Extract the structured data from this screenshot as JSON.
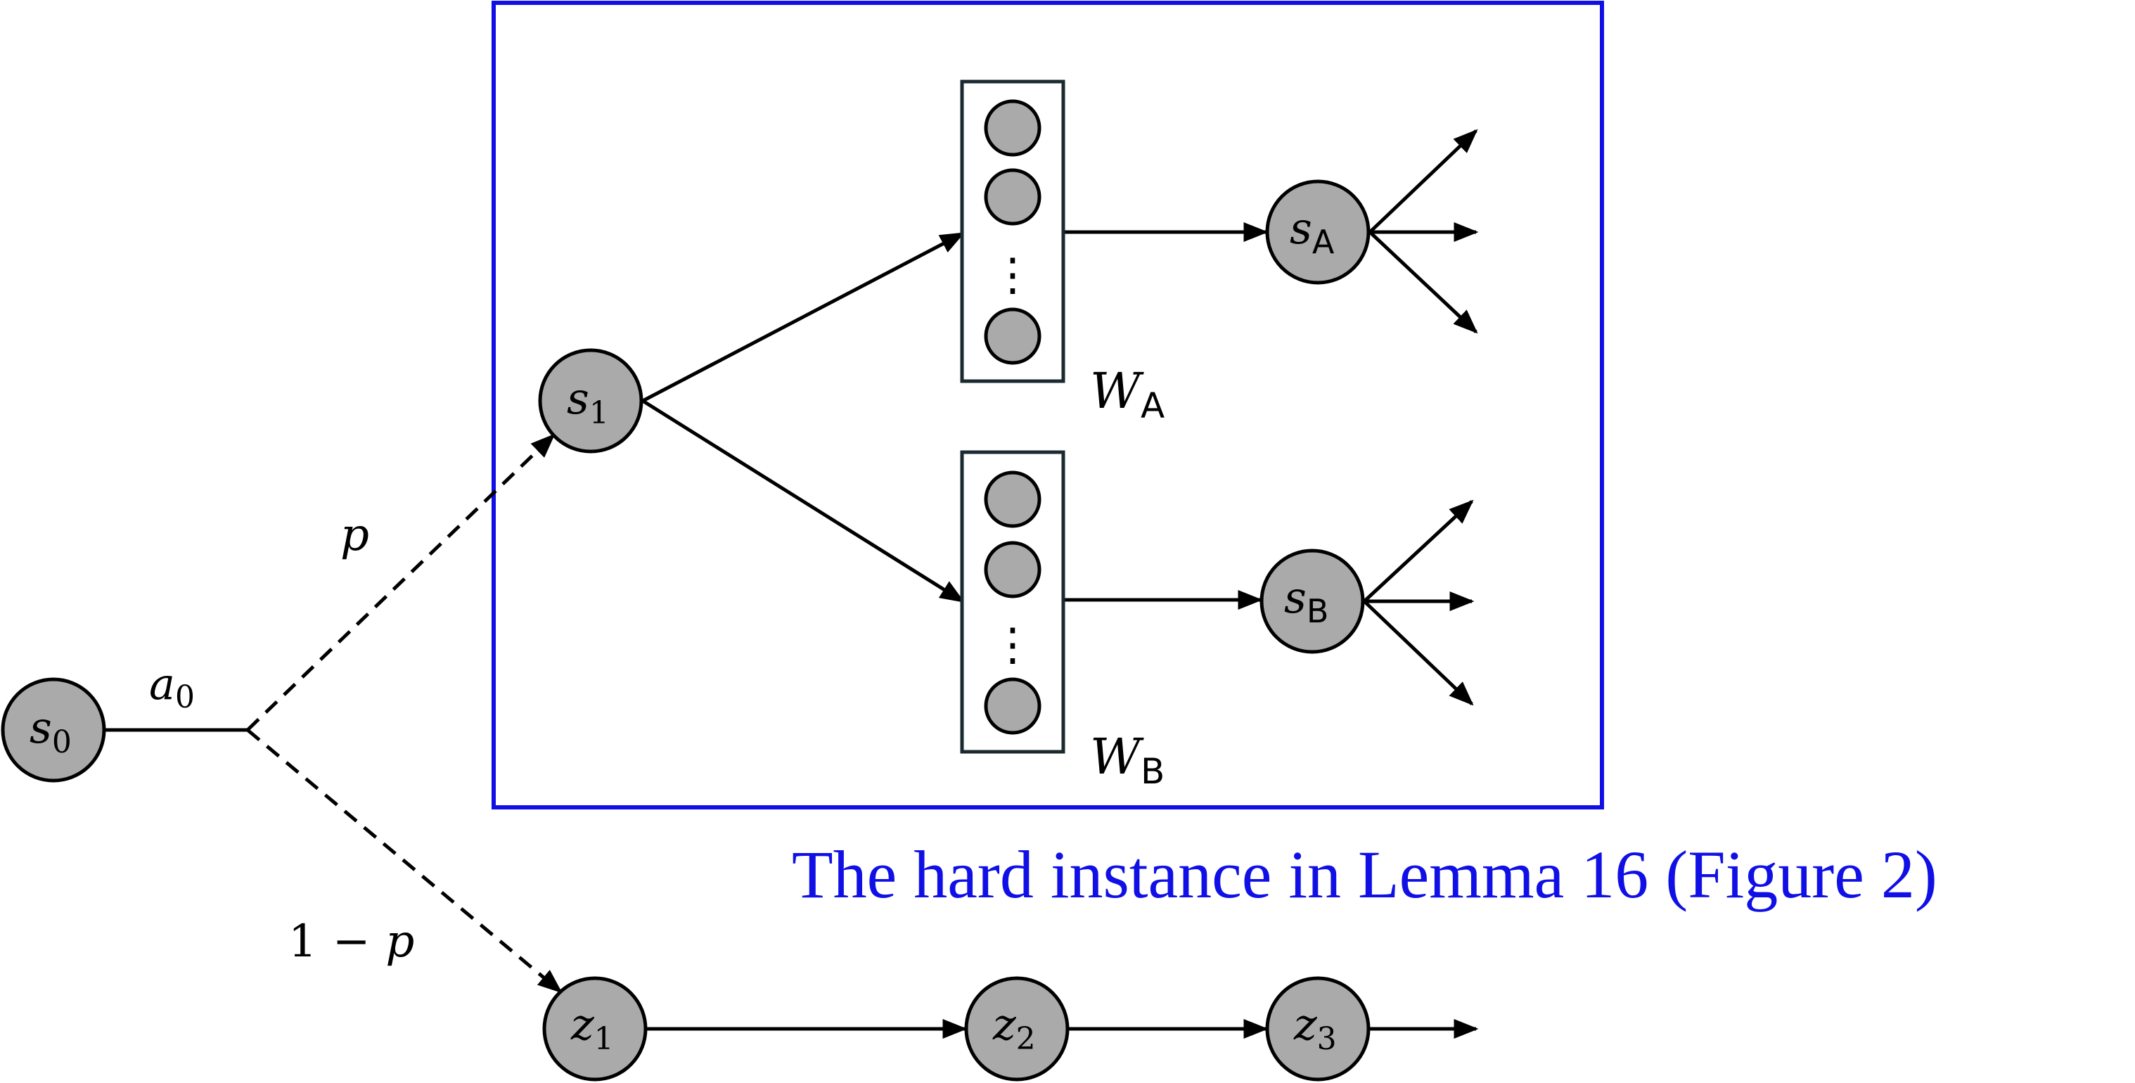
{
  "colors": {
    "node_fill": "#aaaaaa",
    "box": "#1010e6",
    "stroke": "#000000",
    "layer_box": "#1a2a30"
  },
  "nodes": {
    "s0": {
      "base": "s",
      "sub": "0"
    },
    "s1": {
      "base": "s",
      "sub": "1"
    },
    "sA": {
      "base": "s",
      "sub": "A"
    },
    "sB": {
      "base": "s",
      "sub": "B"
    },
    "z1": {
      "base": "z",
      "sub": "1"
    },
    "z2": {
      "base": "z",
      "sub": "2"
    },
    "z3": {
      "base": "z",
      "sub": "3"
    }
  },
  "edge_labels": {
    "a0": {
      "base": "a",
      "sub": "0"
    },
    "p": "p",
    "one_minus_p": {
      "one": "1",
      "minus": "−",
      "p": "p"
    }
  },
  "layers": {
    "WA": {
      "base": "W",
      "sub": "A"
    },
    "WB": {
      "base": "W",
      "sub": "B"
    },
    "ellipsis": "⋮"
  },
  "caption": "The hard instance in Lemma 16 (Figure 2)"
}
